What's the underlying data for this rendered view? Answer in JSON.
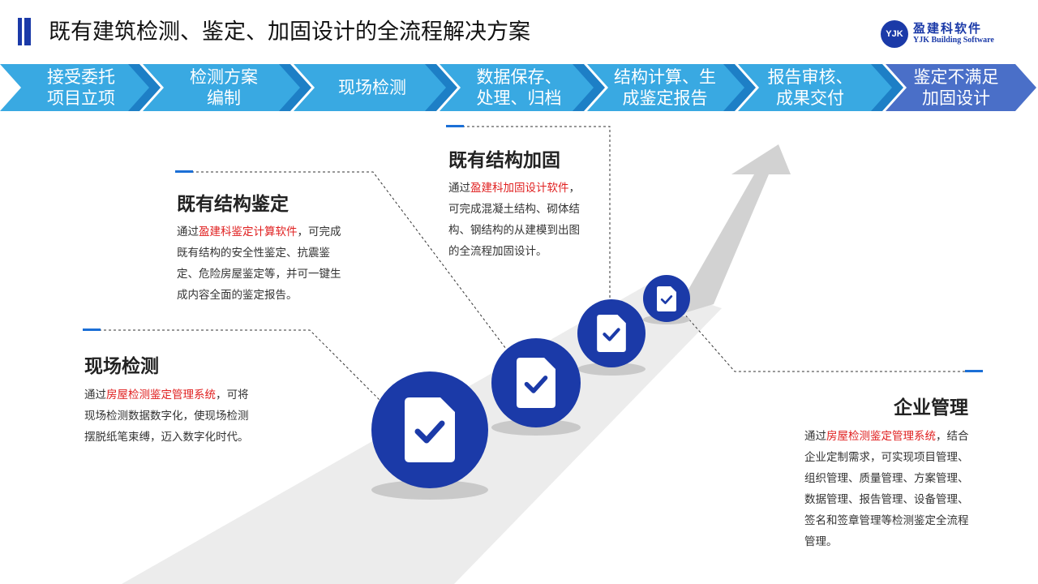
{
  "page_title": "既有建筑检测、鉴定、加固设计的全流程解决方案",
  "logo": {
    "mark": "YJK",
    "cn": "盈建科软件",
    "en": "YJK Building Software"
  },
  "steps": [
    {
      "line1": "接受委托",
      "line2": "项目立项"
    },
    {
      "line1": "检测方案",
      "line2": "编制"
    },
    {
      "line1": "现场检测",
      "line2": ""
    },
    {
      "line1": "数据保存、",
      "line2": "处理、归档"
    },
    {
      "line1": "结构计算、生",
      "line2": "成鉴定报告"
    },
    {
      "line1": "报告审核、",
      "line2": "成果交付"
    },
    {
      "line1": "鉴定不满足",
      "line2": "加固设计"
    }
  ],
  "cards": {
    "field": {
      "title": "现场检测",
      "pre": "通过",
      "highlight": "房屋检测鉴定管理系统",
      "post": "，可将现场检测数据数字化，使现场检测摆脱纸笔束缚，迈入数字化时代。"
    },
    "appraisal": {
      "title": "既有结构鉴定",
      "pre": "通过",
      "highlight": "盈建科鉴定计算软件",
      "post": "，可完成既有结构的安全性鉴定、抗震鉴定、危险房屋鉴定等，并可一键生成内容全面的鉴定报告。"
    },
    "reinforce": {
      "title": "既有结构加固",
      "pre": "通过",
      "highlight": "盈建科加固设计软件",
      "post": "，可完成混凝土结构、砌体结构、钢结构的从建模到出图的全流程加固设计。"
    },
    "enterprise": {
      "title": "企业管理",
      "pre": "通过",
      "highlight": "房屋检测鉴定管理系统",
      "post": "，结合企业定制需求，可实现项目管理、组织管理、质量管理、方案管理、数据管理、报告管理、设备管理、签名和签章管理等检测鉴定全流程管理。"
    }
  },
  "colors": {
    "step_light": "#39a9e2",
    "step_last": "#4a6fc8",
    "chevron_dark": "#1d7fc6",
    "circle_blue": "#1b3aa8",
    "highlight_red": "#e02020",
    "road_gray": "#e6e6e6",
    "arrow_gray": "#cfcfcf"
  }
}
